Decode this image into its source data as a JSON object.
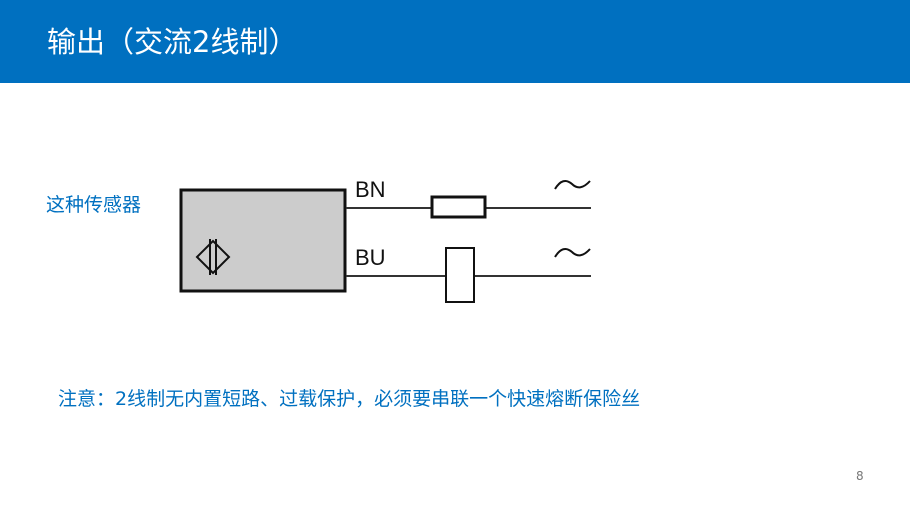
{
  "header": {
    "title": "输出（交流2线制）",
    "color": "#0070C0"
  },
  "diagram": {
    "sensor_label": "这种传感器",
    "wire_top_label": "BN",
    "wire_bottom_label": "BU",
    "icons": [
      "proximity-sensor-symbol",
      "fuse-icon",
      "load-icon",
      "ac-tilde-icon"
    ]
  },
  "note": "注意：2线制无内置短路、过载保护，必须要串联一个快速熔断保险丝",
  "page_number": "8"
}
